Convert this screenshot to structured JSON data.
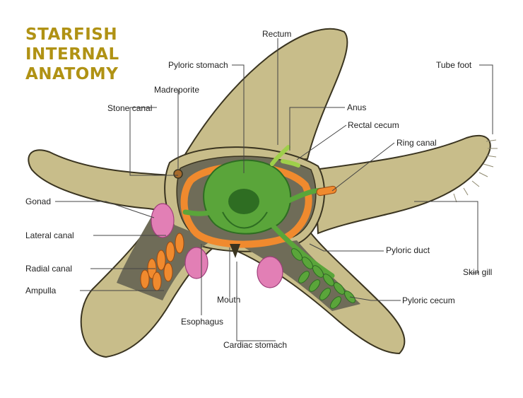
{
  "title": {
    "line1": "STARFISH",
    "line2": "INTERNAL",
    "line3": "ANATOMY"
  },
  "colors": {
    "title": "#b09214",
    "skin": "#c8bd8a",
    "skin_dark": "#a79a66",
    "cavity": "#6f6c58",
    "green": "#5aa53a",
    "green_dark": "#2e6d22",
    "orange": "#f08a2e",
    "pink": "#e27fb5",
    "leader": "#444444"
  },
  "labels": {
    "rectum": "Rectum",
    "pyloric_stomach": "Pyloric stomach",
    "madreporite": "Madreporite",
    "stone_canal": "Stone canal",
    "anus": "Anus",
    "rectal_cecum": "Rectal cecum",
    "ring_canal": "Ring canal",
    "tube_foot": "Tube foot",
    "gonad": "Gonad",
    "lateral_canal": "Lateral canal",
    "radial_canal": "Radial canal",
    "ampulla": "Ampulla",
    "esophagus": "Esophagus",
    "mouth": "Mouth",
    "cardiac_stomach": "Cardiac stomach",
    "pyloric_duct": "Pyloric duct",
    "skin_gill": "Skin gill",
    "pyloric_cecum": "Pyloric cecum"
  }
}
